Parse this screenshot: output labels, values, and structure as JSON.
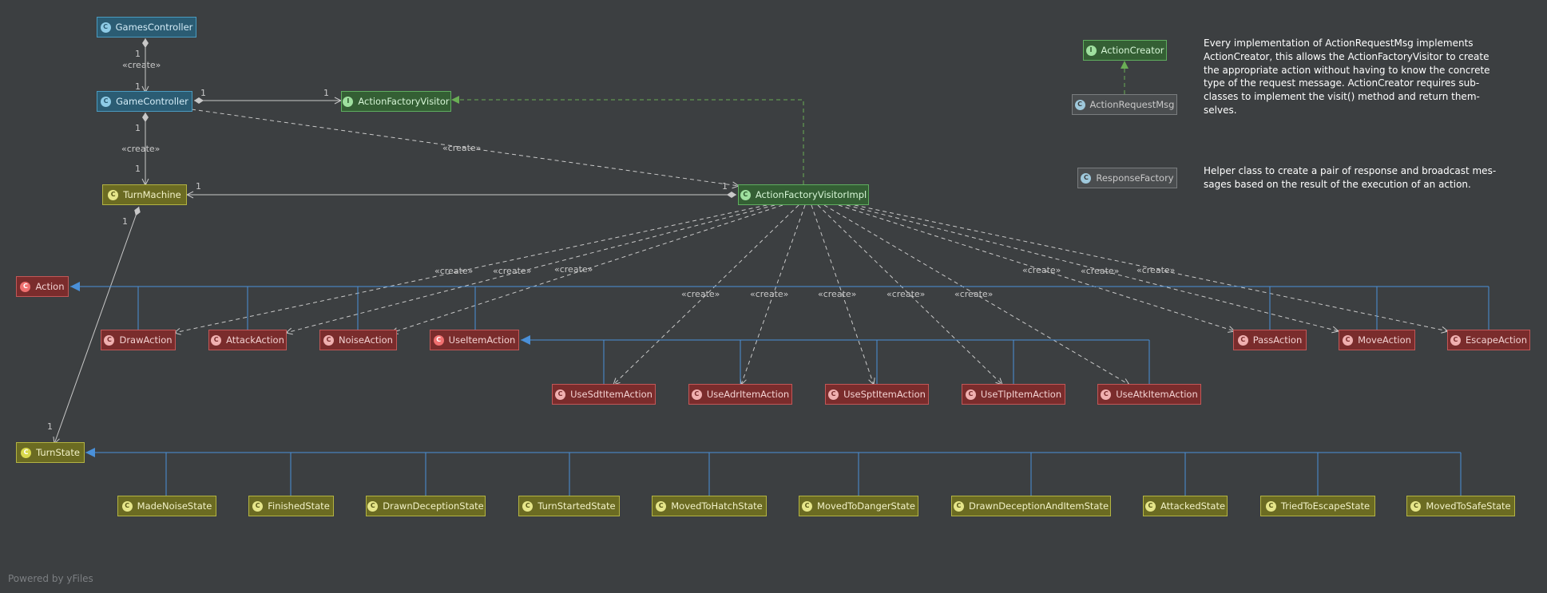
{
  "nodes": {
    "games_controller": {
      "label": "GamesController",
      "badge": "C"
    },
    "game_controller": {
      "label": "GameController",
      "badge": "C"
    },
    "action_factory_visitor": {
      "label": "ActionFactoryVisitor",
      "badge": "I"
    },
    "turn_machine": {
      "label": "TurnMachine",
      "badge": "C"
    },
    "action_factory_visitor_impl": {
      "label": "ActionFactoryVisitorImpl",
      "badge": "C"
    },
    "action_creator": {
      "label": "ActionCreator",
      "badge": "I"
    },
    "action_request_msg": {
      "label": "ActionRequestMsg",
      "badge": "C"
    },
    "response_factory": {
      "label": "ResponseFactory",
      "badge": "C"
    },
    "action": {
      "label": "Action",
      "badge": "C"
    },
    "draw_action": {
      "label": "DrawAction",
      "badge": "C"
    },
    "attack_action": {
      "label": "AttackAction",
      "badge": "C"
    },
    "noise_action": {
      "label": "NoiseAction",
      "badge": "C"
    },
    "use_item_action": {
      "label": "UseItemAction",
      "badge": "C"
    },
    "pass_action": {
      "label": "PassAction",
      "badge": "C"
    },
    "move_action": {
      "label": "MoveAction",
      "badge": "C"
    },
    "escape_action": {
      "label": "EscapeAction",
      "badge": "C"
    },
    "use_sdt_item_action": {
      "label": "UseSdtItemAction",
      "badge": "C"
    },
    "use_adr_item_action": {
      "label": "UseAdrItemAction",
      "badge": "C"
    },
    "use_spt_item_action": {
      "label": "UseSptItemAction",
      "badge": "C"
    },
    "use_tlp_item_action": {
      "label": "UseTlpItemAction",
      "badge": "C"
    },
    "use_atk_item_action": {
      "label": "UseAtkItemAction",
      "badge": "C"
    },
    "turn_state": {
      "label": "TurnState",
      "badge": "C"
    },
    "made_noise_state": {
      "label": "MadeNoiseState",
      "badge": "C"
    },
    "finished_state": {
      "label": "FinishedState",
      "badge": "C"
    },
    "drawn_deception_state": {
      "label": "DrawnDeceptionState",
      "badge": "C"
    },
    "turn_started_state": {
      "label": "TurnStartedState",
      "badge": "C"
    },
    "moved_to_hatch_state": {
      "label": "MovedToHatchState",
      "badge": "C"
    },
    "moved_to_danger_state": {
      "label": "MovedToDangerState",
      "badge": "C"
    },
    "drawn_deception_and_item_state": {
      "label": "DrawnDeceptionAndItemState",
      "badge": "C"
    },
    "attacked_state": {
      "label": "AttackedState",
      "badge": "C"
    },
    "tried_to_escape_state": {
      "label": "TriedToEscapeState",
      "badge": "C"
    },
    "moved_to_safe_state": {
      "label": "MovedToSafeState",
      "badge": "C"
    }
  },
  "edge_labels": {
    "create": "«create»",
    "one": "1"
  },
  "notes": {
    "action_creator_note": [
      "Every  implementation  of ActionRequestMsg implements",
      "ActionCreator, this allows the ActionFactoryVisitor to create",
      "the appropriate action without having to know the concrete",
      "type of the request message. ActionCreator requires sub-",
      "classes to implement the visit() method and return them-",
      "selves."
    ],
    "response_factory_note": [
      "Helper class to create a pair of response and broadcast mes-",
      "sages based on the result of the execution of an action."
    ]
  },
  "footer": "Powered by yFiles",
  "colors": {
    "background": "#3c3f41",
    "inheritance_edge": "#4a90d9",
    "dependency_edge": "#c8c8c8",
    "interface_realization_edge": "#6aae55"
  }
}
